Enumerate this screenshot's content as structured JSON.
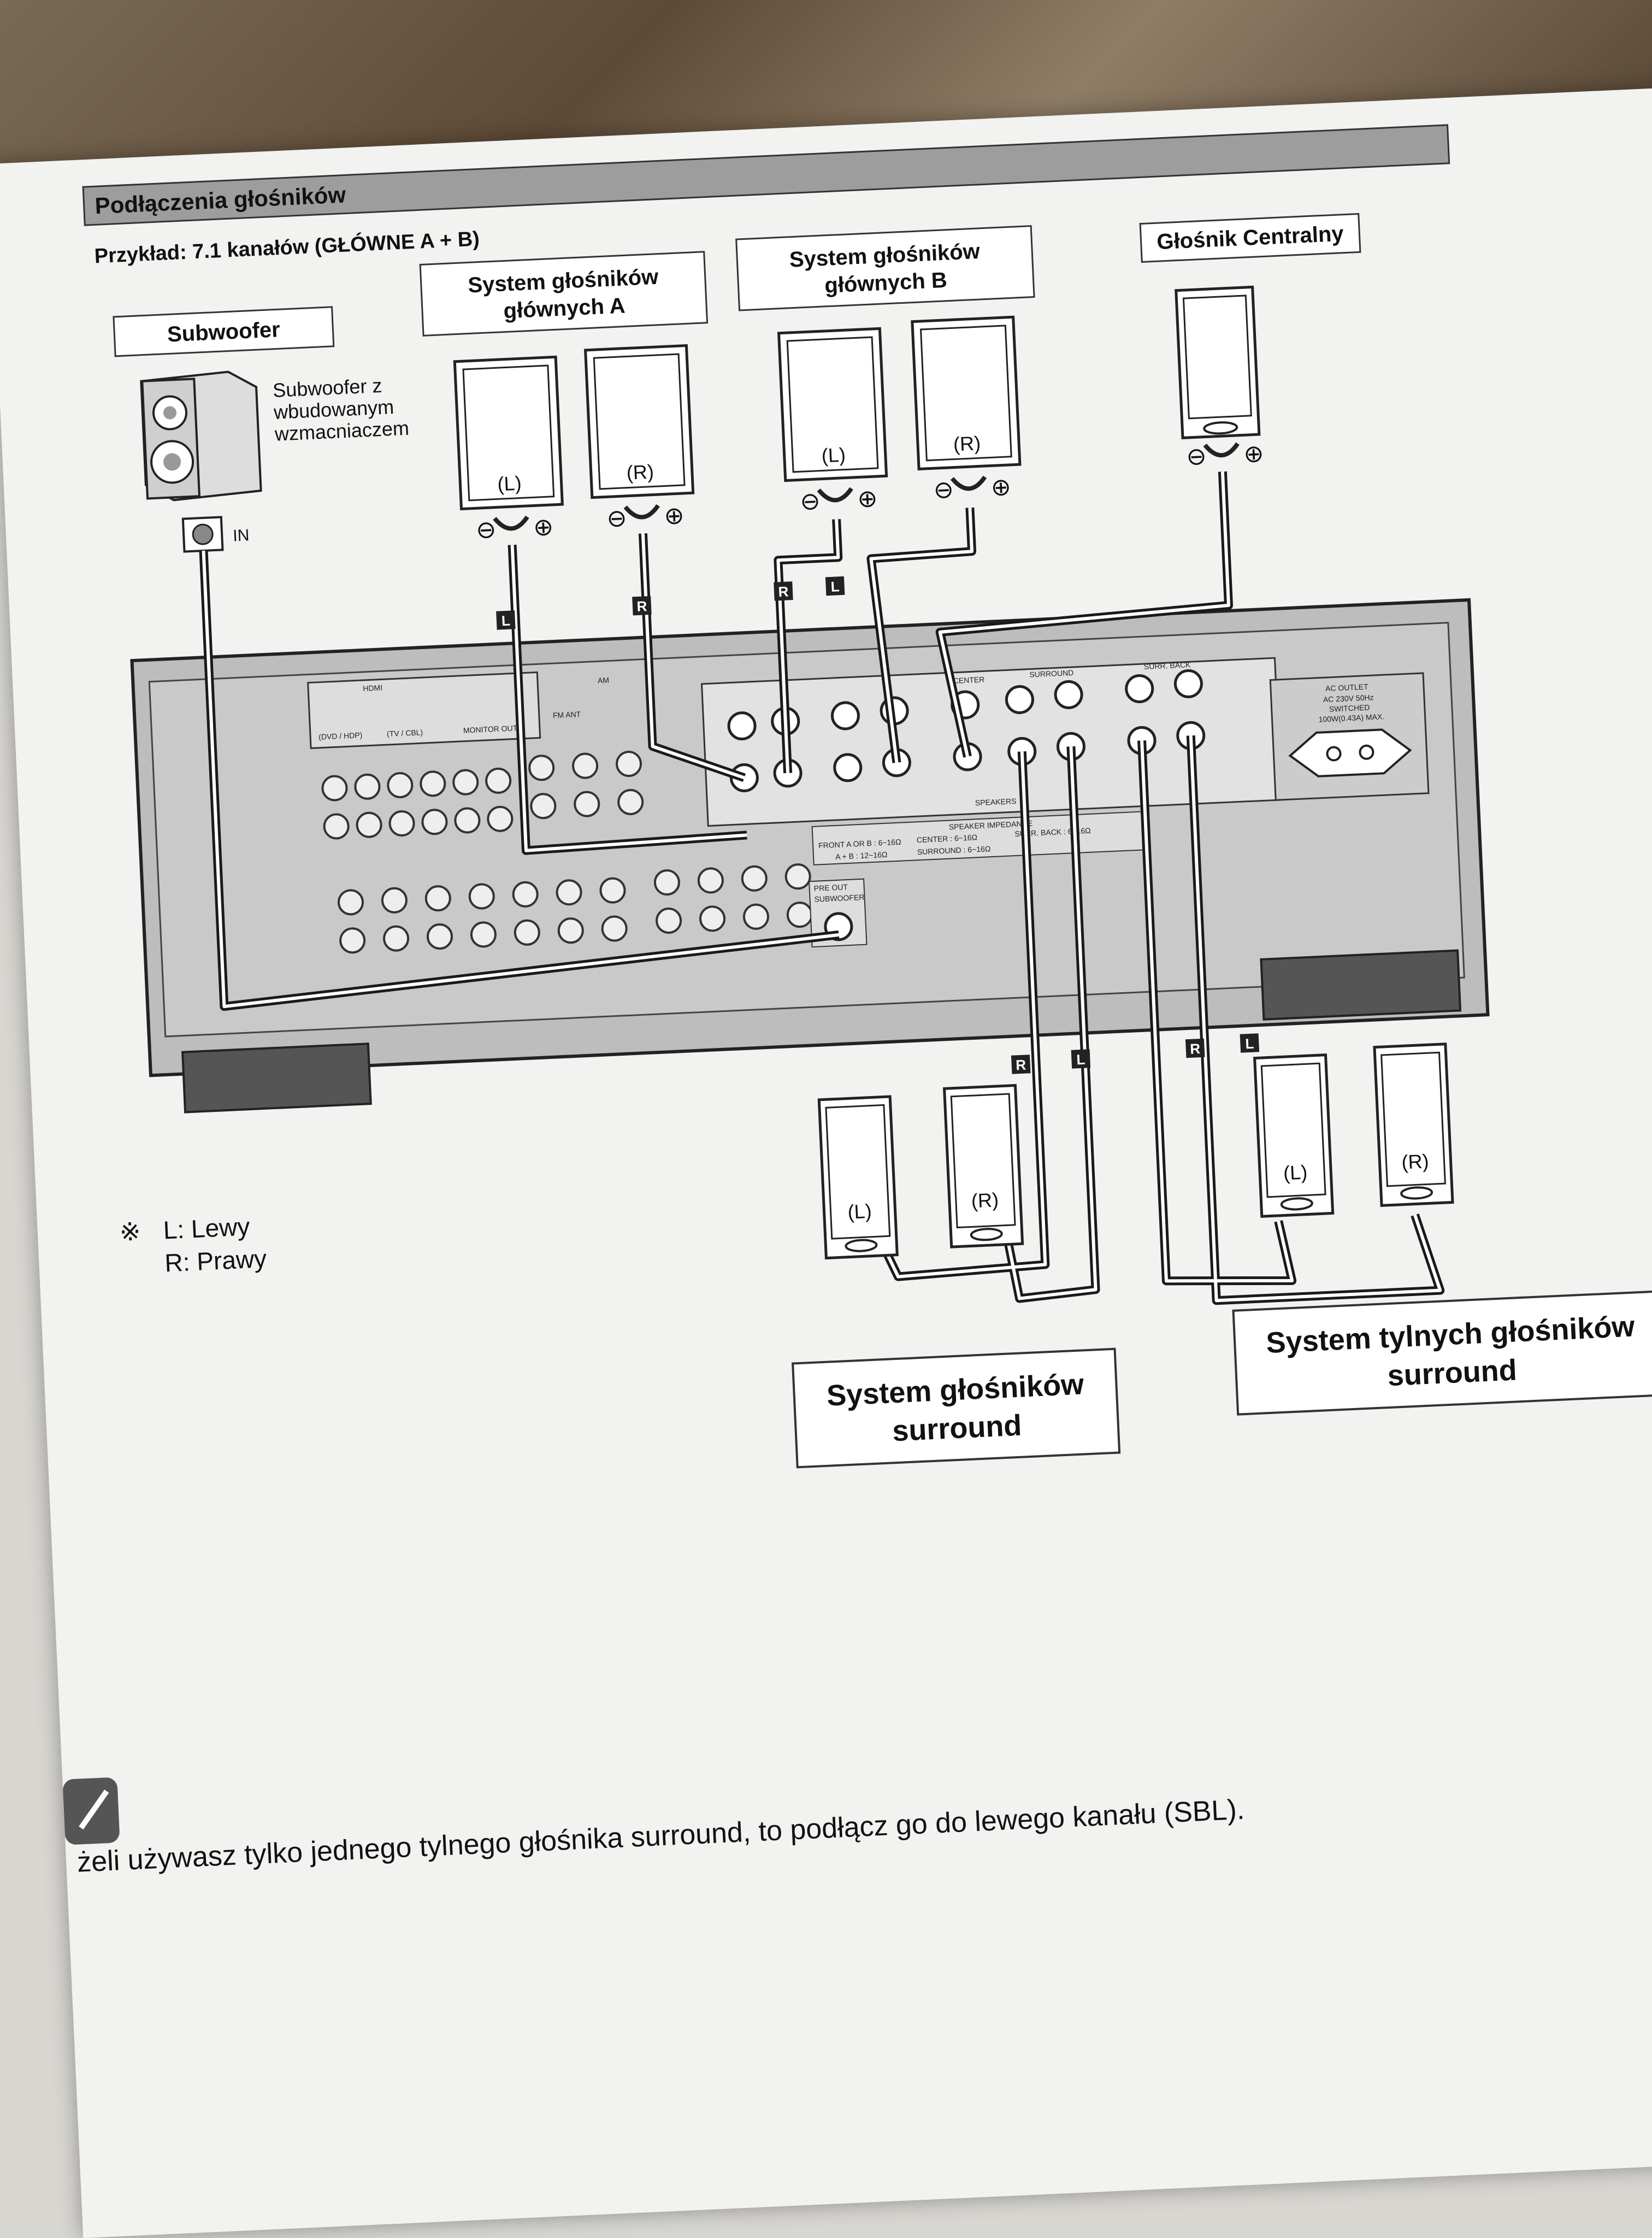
{
  "section_title": "Podłączenia głośników",
  "example": "Przykład: 7.1 kanałów (GŁÓWNE  A + B)",
  "boxes": {
    "subwoofer": "Subwoofer",
    "front_a_line1": "System głośników",
    "front_a_line2": "głównych A",
    "front_b_line1": "System głośników",
    "front_b_line2": "głównych B",
    "center": "Głośnik Centralny",
    "surround_line1": "System głośników",
    "surround_line2": "surround",
    "surround_back_line1": "System tylnych głośników",
    "surround_back_line2": "surround"
  },
  "subwoofer_desc": [
    "Subwoofer z",
    "wbudowanym",
    "wzmacniaczem"
  ],
  "subwoofer_in": "IN",
  "speaker_labels": {
    "left": "(L)",
    "right": "(R)",
    "plus": "⊕",
    "minus": "⊖"
  },
  "cable_tags": {
    "left": "L",
    "right": "R"
  },
  "receiver_labels": {
    "hdmi": "HDMI",
    "dvd_hdp": "(DVD / HDP)",
    "tv_cbl": "(TV / CBL)",
    "monitor_out": "MONITOR OUT",
    "fm_ant": "FM ANT",
    "am": "AM",
    "center": "CENTER",
    "surround": "SURROUND",
    "surr_back": "SURR. BACK",
    "speakers": "SPEAKERS",
    "speaker_impedance": "SPEAKER IMPEDANCE",
    "impedance_front": "FRONT A OR B : 6~16Ω",
    "impedance_center": "CENTER : 6~16Ω",
    "impedance_ab": "A + B : 12~16Ω",
    "impedance_surround": "SURROUND : 6~16Ω",
    "impedance_sb": "SURR. BACK : 6~16Ω",
    "pre_out": "PRE OUT",
    "subwoofer_jack": "SUBWOOFER",
    "ac_outlet": "AC OUTLET",
    "ac_spec": "AC 230V 50Hz",
    "ac_switched": "SWITCHED",
    "ac_max": "100W(0.43A) MAX."
  },
  "legend": {
    "symbol": "※",
    "left": "L: Lewy",
    "right": "R: Prawy"
  },
  "tip": "żeli używasz tylko jednego tylnego głośnika surround, to podłącz go do lewego kanału (SBL).",
  "colors": {
    "cable": "#1a1a1a",
    "receiver": "#b9b9b9",
    "title_bar": "#9d9d9d"
  }
}
